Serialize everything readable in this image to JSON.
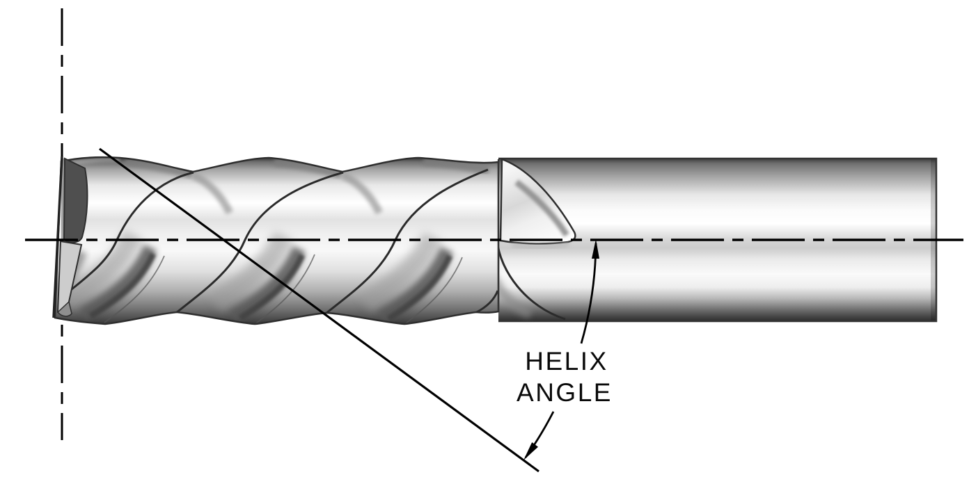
{
  "figure": {
    "description": "Engineering drawing of a four-flute end mill, side view, showing the helix angle between the tool centerline and the flute cutting edge",
    "callout": {
      "line1": "HELIX",
      "line2": "ANGLE",
      "text": "HELIX ANGLE"
    },
    "colors": {
      "line": "#000000",
      "outline": "#2e2e2e",
      "label": "#0a0a0a",
      "background": "#ffffff",
      "metal_dark": "#3c3c3c",
      "metal_mid": "#9e9e9e",
      "metal_light": "#ffffff"
    }
  }
}
